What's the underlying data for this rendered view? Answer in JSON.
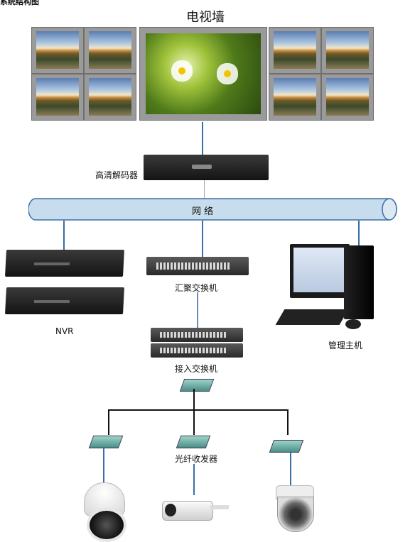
{
  "header": {
    "top_left_text": "系统结构图"
  },
  "wall": {
    "title": "电视墙"
  },
  "labels": {
    "decoder": "高清解码器",
    "network": "网    络",
    "nvr": "NVR",
    "core_switch": "汇聚交换机",
    "host": "管理主机",
    "access_switch": "接入交换机",
    "fiber": "光纤收发器"
  },
  "colors": {
    "network_pipe": "#c7dcec",
    "link": "#3a6ea5",
    "tree": "#111111"
  }
}
